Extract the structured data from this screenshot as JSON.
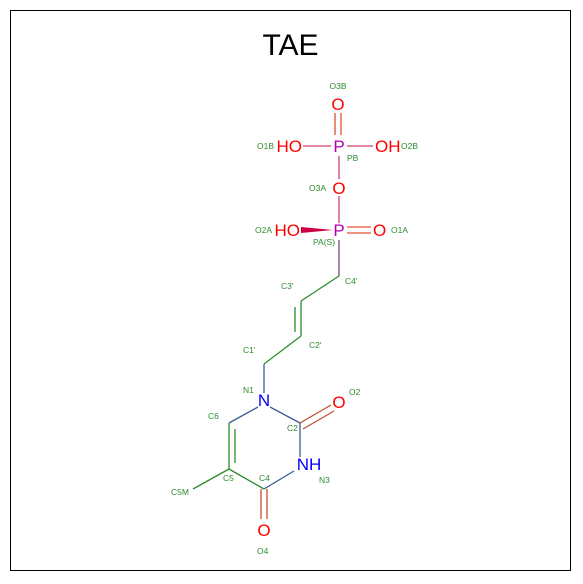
{
  "title": "TAE",
  "colors": {
    "carbon": "#2e8b2e",
    "oxygen": "#ff0000",
    "nitrogen": "#0000ff",
    "phosphorus": "#b300b3",
    "label": "#2e8b2e"
  },
  "atoms": {
    "o3b": "O",
    "pb": "P",
    "ho1b": "HO",
    "oh2b": "OH",
    "o3a": "O",
    "pa": "P",
    "ho2a": "HO",
    "o1a": "O",
    "n1": "N",
    "o2": "O",
    "nh3": "NH",
    "o4": "O"
  },
  "labels": {
    "o3b": "O3B",
    "o1b": "O1B",
    "pb": "PB",
    "o2b": "O2B",
    "o3a": "O3A",
    "o2a": "O2A",
    "pa": "PA(S)",
    "o1a": "O1A",
    "c3p": "C3'",
    "c4p": "C4'",
    "c2p": "C2'",
    "c1p": "C1'",
    "n1": "N1",
    "o2": "O2",
    "c6": "C6",
    "c2": "C2",
    "c5": "C5",
    "c4": "C4",
    "n3": "N3",
    "c5m": "C5M",
    "o4": "O4"
  }
}
